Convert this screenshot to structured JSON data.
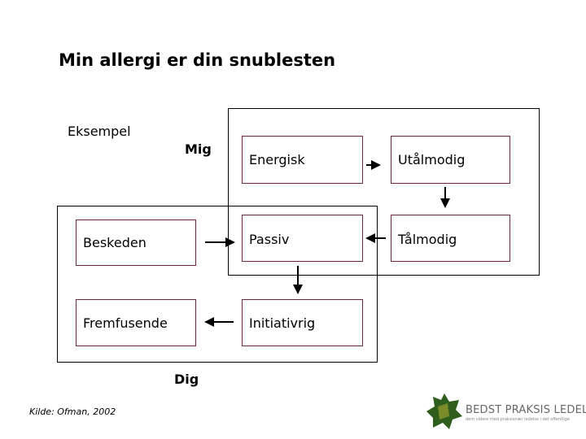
{
  "title": "Min allergi er din snublesten",
  "example_label": "Eksempel",
  "axis_labels": {
    "top": "Mig",
    "bottom": "Dig"
  },
  "boxes": {
    "energisk": "Energisk",
    "utaalmodig": "Utålmodig",
    "passiv": "Passiv",
    "taalmodig": "Tålmodig",
    "beskeden": "Beskeden",
    "fremfusende": "Fremfusende",
    "initiativrig": "Initiativrig"
  },
  "source": "Kilde: Ofman, 2002",
  "logo": {
    "name": "BEDST PRAKSIS LEDELSE",
    "tagline": "dem videre med praksisnær ledelse i det offentlige",
    "color": "#2e5d1e"
  }
}
